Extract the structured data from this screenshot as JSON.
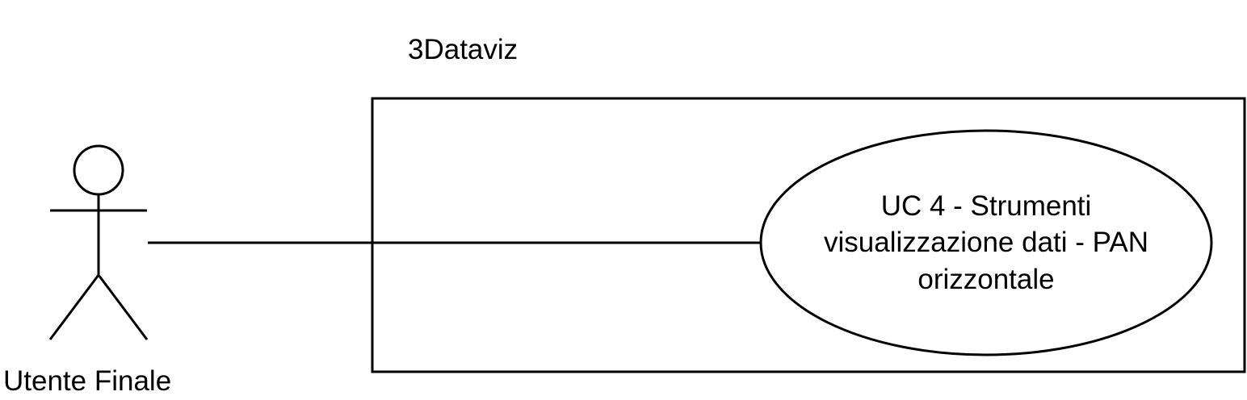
{
  "system": {
    "title": "3Dataviz"
  },
  "actor": {
    "name": "Utente Finale"
  },
  "use_case": {
    "lines": [
      "UC 4 - Strumenti",
      "visualizzazione dati - PAN",
      "orizzontale"
    ]
  },
  "colors": {
    "stroke": "#000000",
    "background": "#ffffff"
  }
}
